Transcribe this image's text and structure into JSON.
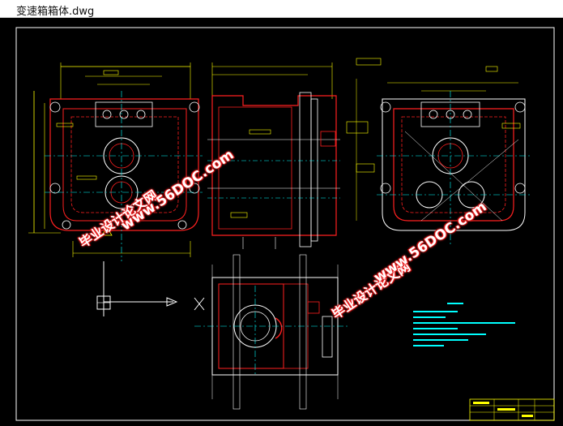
{
  "window": {
    "title": "变速箱箱体.dwg"
  },
  "watermarks": [
    {
      "text": "毕业设计论文网"
    },
    {
      "text": "www.56DOC.com"
    },
    {
      "text": "毕业设计论文网"
    },
    {
      "text": "www.56DOC.com"
    }
  ],
  "colors": {
    "background": "#000000",
    "border": "#ffffff",
    "outline": "#ff2020",
    "dimension": "#ffff00",
    "centerline": "#00ffff",
    "notes": "#00ffff",
    "titleblock": "#ffff00"
  }
}
